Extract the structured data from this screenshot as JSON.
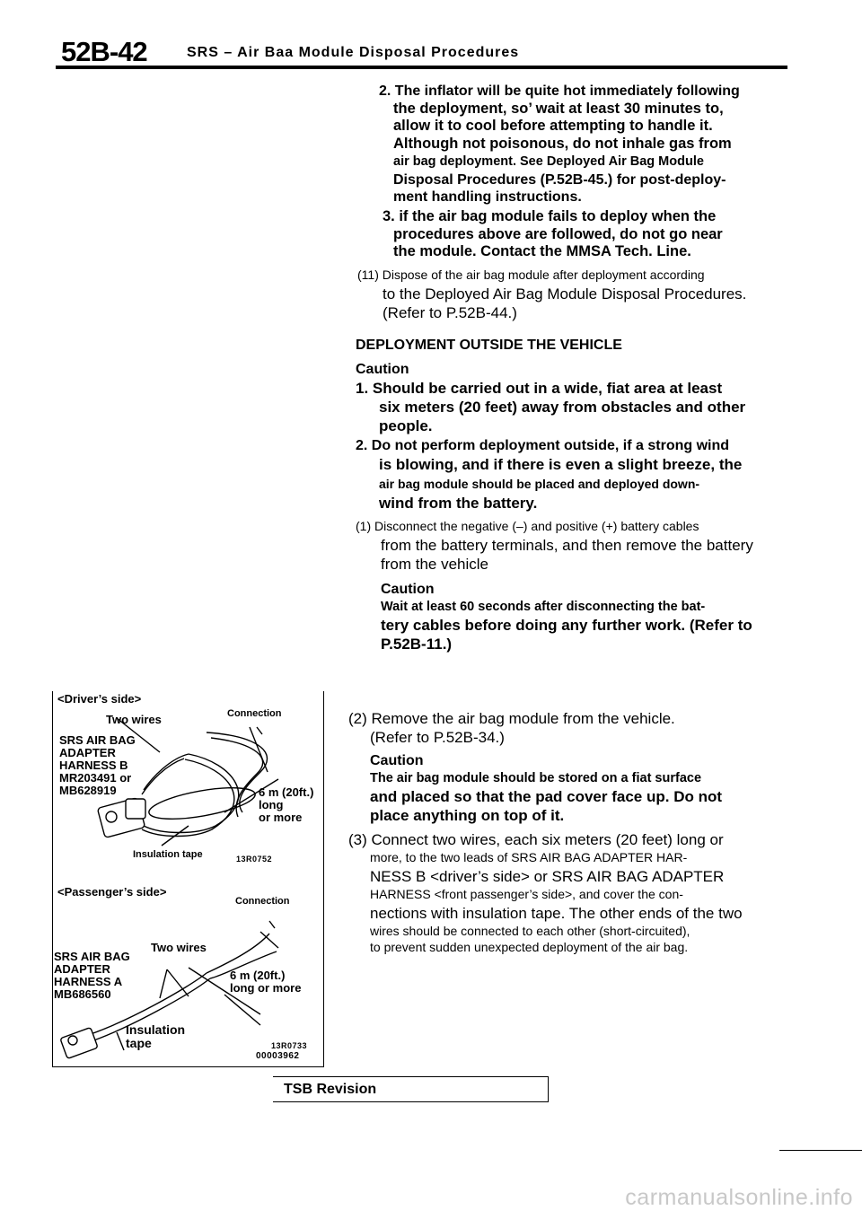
{
  "header": {
    "page_number": "52B-42",
    "title": "SRS – Air Baa Module Disposal Procedures"
  },
  "top_column": {
    "item2": [
      "2. The inflator will be quite hot immediately following",
      "the deployment, so’ wait at least 30 minutes to,",
      "allow it to cool before attempting to handle it.",
      "Although not poisonous, do not inhale gas from",
      "air bag deployment. See Deployed Air Bag Module",
      "Disposal Procedures (P.52B-45.) for post-deploy-",
      "ment handling instructions."
    ],
    "item3": [
      "3. if the air bag module fails to deploy when the",
      "procedures above are followed, do not go near",
      "the module. Contact the MMSA Tech. Line."
    ],
    "step11": [
      "(11) Dispose of the air bag module after deployment according",
      "to the Deployed Air Bag Module Disposal Procedures.",
      "(Refer to P.52B-44.)"
    ],
    "deploy_heading": "DEPLOYMENT OUTSIDE THE VEHICLE",
    "caution1": "Caution",
    "c1": [
      "1. Should be carried out in a wide, fiat area at least",
      "six meters (20 feet) away from obstacles and other",
      "people."
    ],
    "c2": [
      "2. Do not perform deployment outside, if a strong wind",
      "is blowing, and if there is even a slight breeze, the",
      "air bag module should be placed and deployed down-",
      "wind from the battery."
    ],
    "step1": [
      "(1) Disconnect the negative (–) and positive (+) battery cables",
      "from the battery terminals, and then remove the battery",
      "from the vehicle"
    ],
    "caution2": "Caution",
    "wait": [
      "Wait at least 60 seconds after disconnecting the bat-",
      "tery cables before doing any further work. (Refer to",
      "P.52B-11.)"
    ]
  },
  "lower_column": {
    "step2": [
      "(2) Remove the air bag module from the vehicle.",
      "(Refer to P.52B-34.)"
    ],
    "caution3": "Caution",
    "c3": [
      "The air bag module should be stored on a fiat surface",
      "and placed so that the pad cover face up. Do not",
      "place anything on top of it."
    ],
    "step3": [
      "(3) Connect two wires, each six meters (20 feet) long or",
      "more, to the two leads of SRS AIR BAG ADAPTER HAR-",
      "NESS B <driver’s side> or SRS AIR BAG ADAPTER",
      "HARNESS <front passenger’s side>, and cover the con-",
      "nections with insulation tape. The other ends of the two",
      "wires should be connected to each other (short-circuited),",
      "to prevent sudden unexpected deployment of the air bag."
    ]
  },
  "figure": {
    "driver": {
      "side": "<Driver’s side>",
      "two_wires": "Two wires",
      "connection": "Connection",
      "adapter": [
        "SRS AIR BAG",
        "ADAPTER",
        "HARNESS B",
        "MR203491 or",
        "MB628919"
      ],
      "length": [
        "6 m (20ft.)",
        "long",
        "or more"
      ],
      "tape": "Insulation tape",
      "code": "13R0752"
    },
    "passenger": {
      "side": "<Passenger’s side>",
      "connection": "Connection",
      "two_wires": "Two wires",
      "adapter": [
        "SRS AIR BAG",
        "ADAPTER",
        "HARNESS A",
        "MB686560"
      ],
      "length": [
        "6 m (20ft.)",
        "long or more"
      ],
      "tape": [
        "Insulation",
        "tape"
      ],
      "code": "13R0733",
      "code2": "00003962"
    }
  },
  "footer": {
    "tsb": "TSB Revision",
    "watermark": "carmanualsonline.info"
  }
}
